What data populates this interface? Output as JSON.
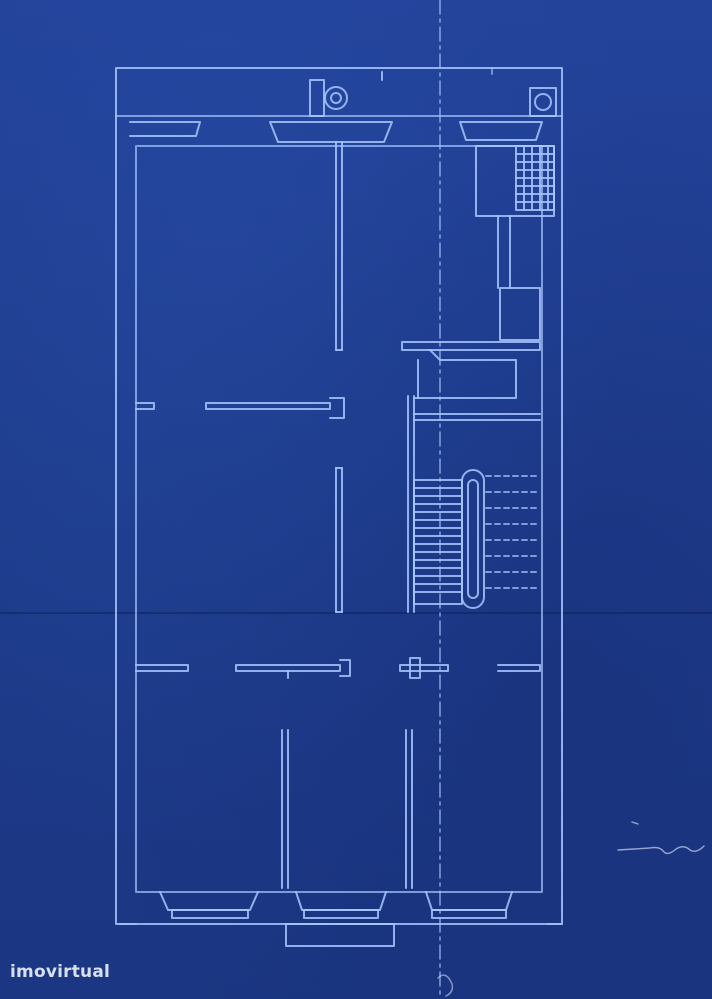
{
  "watermark": "imovirtual",
  "colors": {
    "paper": "#1f3c8e",
    "line": "#a8c6ff",
    "watermark": "#e9eef8"
  },
  "icons": [
    "toilet-fixture",
    "round-fixture"
  ]
}
